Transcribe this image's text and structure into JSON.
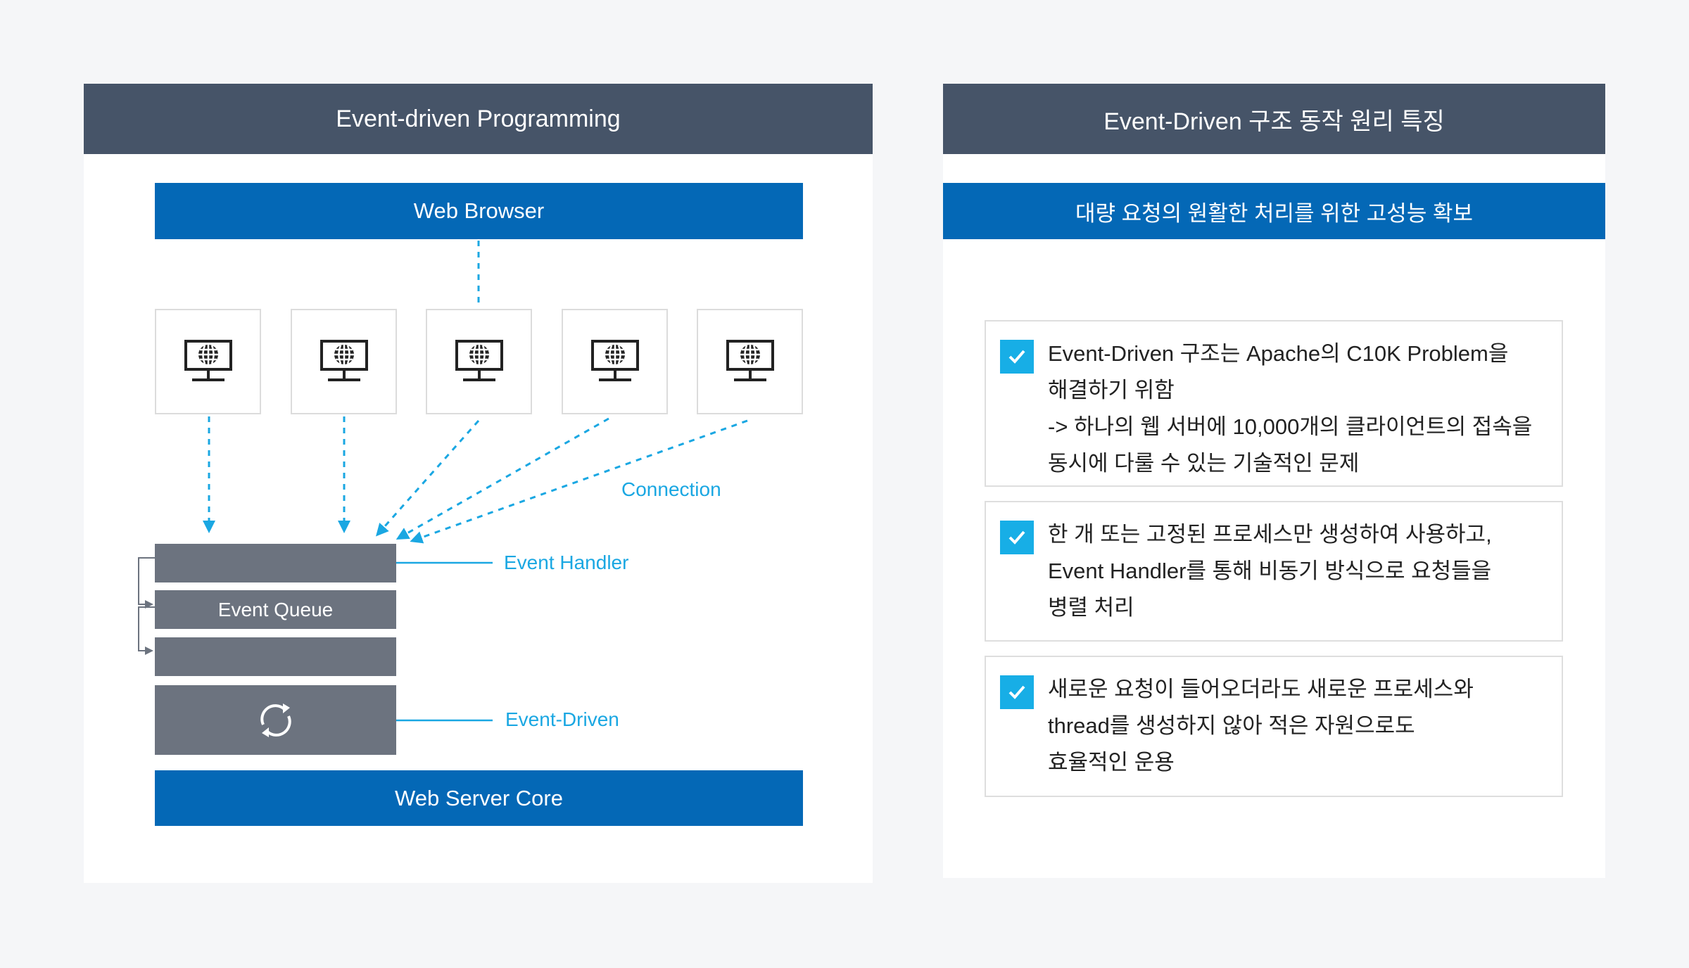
{
  "left": {
    "title": "Event-driven Programming",
    "browser": "Web Browser",
    "clients": [
      "globe-monitor",
      "globe-monitor",
      "globe-monitor",
      "globe-monitor",
      "globe-monitor"
    ],
    "connection": "Connection",
    "event_handler": "Event Handler",
    "event_queue": "Event Queue",
    "event_driven": "Event-Driven",
    "core": "Web Server Core"
  },
  "right": {
    "title": "Event-Driven 구조 동작 원리 특징",
    "subtitle": "대량 요청의 원활한 처리를 위한 고성능 확보",
    "items": [
      {
        "lines": [
          "Event-Driven 구조는 Apache의 C10K Problem을",
          "해결하기 위함",
          "-> 하나의 웹 서버에 10,000개의 클라이언트의 접속을",
          "동시에 다룰 수 있는 기술적인 문제"
        ]
      },
      {
        "lines": [
          "한 개 또는 고정된 프로세스만 생성하여 사용하고,",
          "Event Handler를 통해 비동기 방식으로 요청들을",
          "병렬 처리"
        ]
      },
      {
        "lines": [
          "새로운 요청이 들어오더라도 새로운 프로세스와",
          "thread를 생성하지 않아 적은 자원으로도",
          "효율적인 운용"
        ]
      }
    ]
  },
  "colors": {
    "header": "#465468",
    "blue": "#0468b6",
    "accent": "#1aa7e2",
    "queue": "#6c737f"
  }
}
